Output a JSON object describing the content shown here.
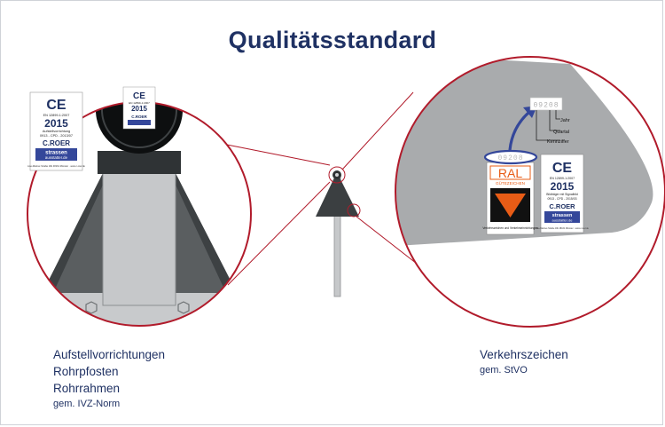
{
  "title": "Qualitätsstandard",
  "colors": {
    "navy": "#1f3163",
    "circle_red": "#b11b2b",
    "dark_gray": "#3b3f41",
    "pipe": "#bfc1c3",
    "panel_gray": "#a9abad",
    "ral_orange": "#e85c16",
    "ral_blue": "#34479a"
  },
  "label_ce": {
    "mark": "CE",
    "norm": "EN 12899-1:2007",
    "year": "2015",
    "product": "Aufstellvorrichtung",
    "cert": "0913 - CPD - 2013/07",
    "brand": "C.ROER",
    "brand2": "strassen",
    "brand3": "ausstatter.de",
    "address": "Lise-Meitner-Straße 19b 48161 Münster · www.c-roer.de"
  },
  "label_ce_small": {
    "mark": "CE",
    "norm": "EN 12899-1:2007",
    "year": "2015",
    "brand": "C.ROER"
  },
  "label_ce_sign": {
    "mark": "CE",
    "norm": "EN 12899-1:2007",
    "year": "2015",
    "product": "Bildträger mit Signalbild",
    "cert": "0913 - CPD - 2015/03",
    "brand": "C.ROER",
    "brand2": "strassen",
    "brand3": "ausstatter.de",
    "address": "Lise-Meitner-Straße 19b 48161 Münster · www.c-roer.de"
  },
  "ral": {
    "logo": "RAL",
    "sub": "GÜTEZEICHEN",
    "footer": "Verkehrszeichen und Verkehrseinrichtungen",
    "code": "09208"
  },
  "legend": {
    "code": "09208",
    "jahr": "Jahr",
    "quartal": "Quartal",
    "kennziffer": "Kennziffer"
  },
  "caption_left": {
    "line1": "Aufstellvorrichtungen",
    "line2": "Rohrpfosten",
    "line3": "Rohrrahmen",
    "norm": "gem. IVZ-Norm"
  },
  "caption_right": {
    "line1": "Verkehrszeichen",
    "norm": "gem. StVO"
  }
}
